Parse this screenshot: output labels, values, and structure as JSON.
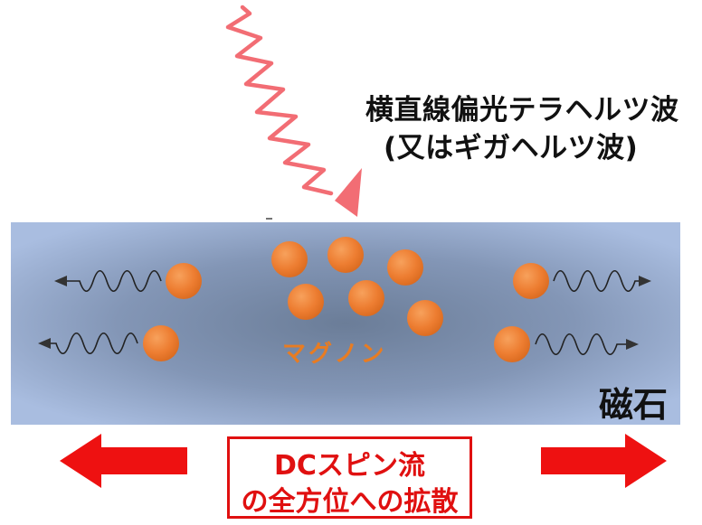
{
  "wave_label": {
    "line1": "横直線偏光テラヘルツ波",
    "line2": "(又はギガヘルツ波)"
  },
  "magnet_label": "磁石",
  "magnon_label": "マグノン",
  "spin_current": {
    "line1": "DCスピン流",
    "line2": "の全方位への拡散"
  },
  "colors": {
    "magnon_fill": "#ed7d31",
    "arrow_red": "#ee1111",
    "wave_pink": "#f26d74",
    "label_orange": "#e87c22"
  }
}
